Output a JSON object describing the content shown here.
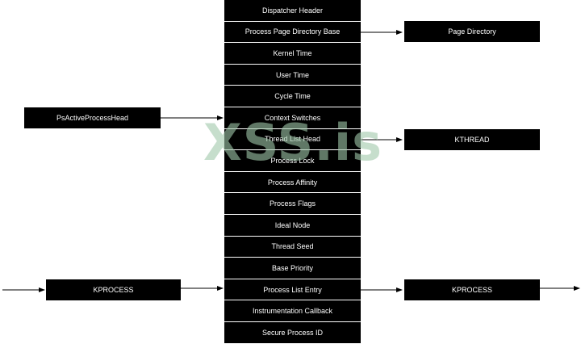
{
  "colors": {
    "box": "#000000",
    "text": "#ffffff",
    "watermark": "#a0c8aa"
  },
  "struct_fields": [
    "Dispatcher Header",
    "Process Page Directory Base",
    "Kernel Time",
    "User Time",
    "Cycle Time",
    "Context Switches",
    "Thread List Head",
    "Process Lock",
    "Process Affinity",
    "Process Flags",
    "Ideal Node",
    "Thread Seed",
    "Base Priority",
    "Process List Entry",
    "Instrumentation Callback",
    "Secure Process ID"
  ],
  "boxes": {
    "page_directory": "Page Directory",
    "ps_active_process_head": "PsActiveProcessHead",
    "kthread": "KTHREAD",
    "kprocess_prev": "KPROCESS",
    "kprocess_next": "KPROCESS"
  },
  "watermark": "XSS.is"
}
